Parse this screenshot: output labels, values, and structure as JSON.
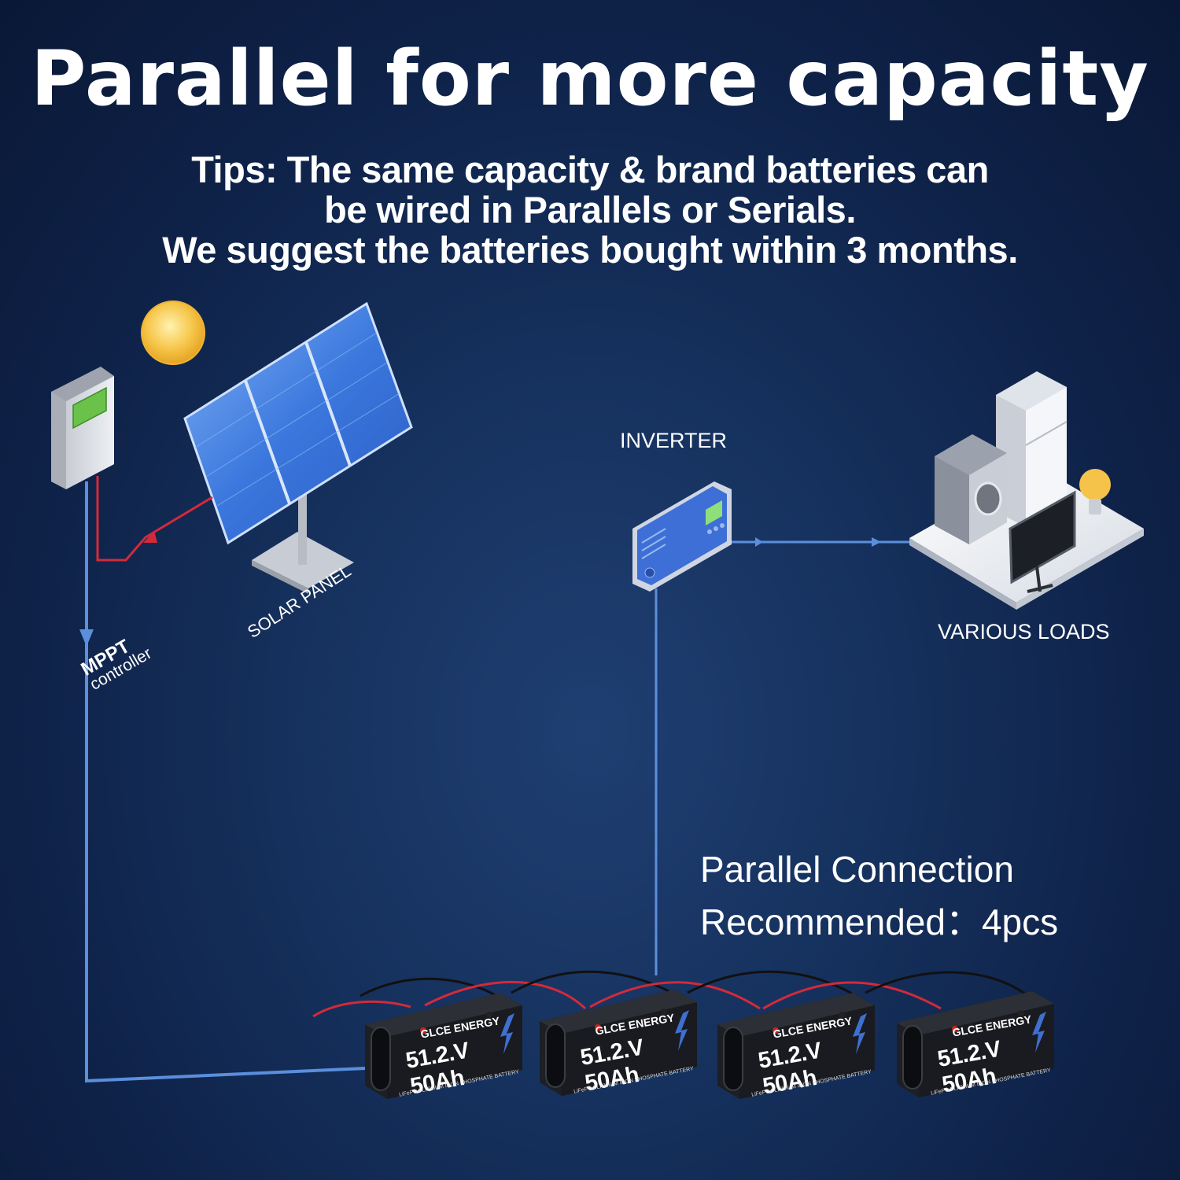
{
  "title": "Parallel for more capacity",
  "tips": {
    "line1": "Tips: The same capacity & brand batteries can",
    "line2": "be wired in Parallels or Serials.",
    "line3": "We suggest the batteries bought within 3 months."
  },
  "labels": {
    "inverter": "INVERTER",
    "various_loads": "VARIOUS LOADS",
    "solar_panel": "SOLAR PANEL",
    "mppt": "MPPT",
    "controller": "controller",
    "parallel_connection": "Parallel Connection",
    "recommended": "Recommended：4pcs"
  },
  "battery": {
    "brand": "GLCE ENERGY",
    "spec": "51.2.V 50Ah",
    "chemistry": "LiFePO4",
    "type": "LITHIUM IRON PHOSPHATE BATTERY",
    "count": 4
  },
  "colors": {
    "wire_blue": "#5b8fdc",
    "wire_red": "#d32a3a",
    "sun": "#f6c64a",
    "panel": "#3f7fe0",
    "inverter": "#3d6fd6"
  }
}
